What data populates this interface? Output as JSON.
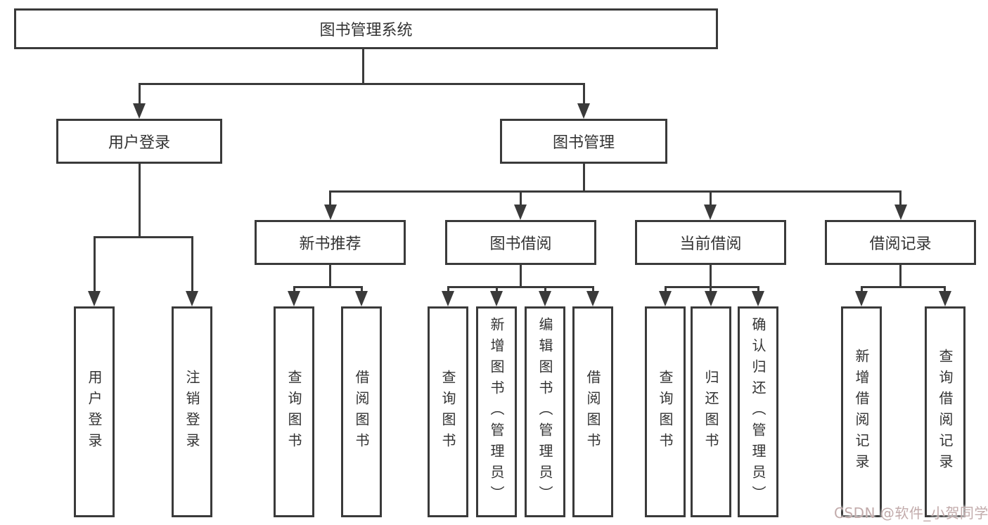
{
  "diagram": {
    "title": "图书管理系统",
    "root": {
      "label": "图书管理系统"
    },
    "branches": [
      {
        "label": "用户登录",
        "children": [
          "用户登录",
          "注销登录"
        ]
      },
      {
        "label": "图书管理",
        "sections": [
          {
            "label": "新书推荐",
            "children": [
              "查询图书",
              "借阅图书"
            ]
          },
          {
            "label": "图书借阅",
            "children": [
              "查询图书",
              "新增图书（管理员）",
              "编辑图书（管理员）",
              "借阅图书"
            ]
          },
          {
            "label": "当前借阅",
            "children": [
              "查询图书",
              "归还图书",
              "确认归还（管理员）"
            ]
          },
          {
            "label": "借阅记录",
            "children": [
              "新增借阅记录",
              "查询借阅记录"
            ]
          }
        ]
      }
    ]
  },
  "colors": {
    "line": "#3a3a3a",
    "text": "#333333",
    "background": "#ffffff",
    "watermark": "#c2abab"
  },
  "watermark": {
    "text": "CSDN @软件_小贺同学"
  }
}
